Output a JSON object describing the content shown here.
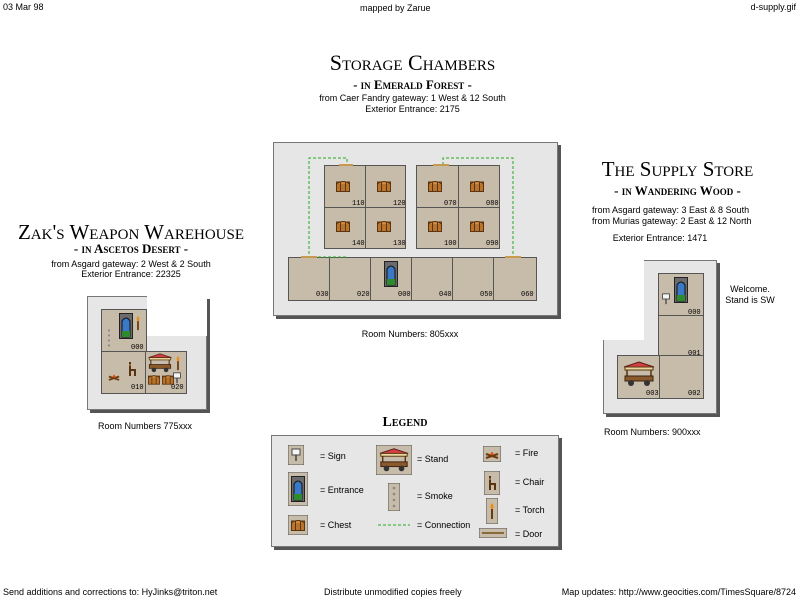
{
  "header": {
    "date": "03 Mar 98",
    "credit": "mapped by Zarue",
    "filename": "d-supply.gif"
  },
  "storage": {
    "title": "Storage Chambers",
    "subtitle": "- in Emerald Forest -",
    "gateway": "from Caer Fandry gateway: 1 West & 12 South",
    "entrance": "Exterior Entrance: 2175",
    "room_numbers": "Room Numbers: 805xxx",
    "rooms_top": [
      "110",
      "120",
      "070",
      "080"
    ],
    "rooms_mid": [
      "140",
      "130",
      "100",
      "090"
    ],
    "rooms_bottom": [
      "030",
      "020",
      "000",
      "040",
      "050",
      "060"
    ]
  },
  "zak": {
    "title": "Zak's Weapon Warehouse",
    "subtitle": "- in Ascetos Desert -",
    "gateway": "from Asgard gateway: 2 West & 2 South",
    "entrance": "Exterior Entrance: 22325",
    "room_numbers": "Room Numbers 775xxx",
    "rooms": [
      "000",
      "010",
      "020"
    ]
  },
  "supply": {
    "title": "The Supply Store",
    "subtitle": "- in Wandering Wood -",
    "gateway1": "from Asgard gateway: 3 East & 8 South",
    "gateway2": "from Murias gateway: 2 East & 12 North",
    "entrance": "Exterior Entrance: 1471",
    "room_numbers": "Room Numbers: 900xxx",
    "note1": "Welcome.",
    "note2": "Stand is SW",
    "rooms": [
      "000",
      "001",
      "003",
      "002"
    ]
  },
  "legend": {
    "title": "Legend",
    "sign": "= Sign",
    "entrance": "= Entrance",
    "chest": "= Chest",
    "stand": "= Stand",
    "smoke": "= Smoke",
    "connection": "= Connection",
    "fire": "= Fire",
    "chair": "= Chair",
    "torch": "= Torch",
    "door": "= Door"
  },
  "footer": {
    "contact": "Send additions and corrections to: HyJinks@triton.net",
    "distribute": "Distribute unmodified copies freely",
    "updates": "Map updates: http://www.geocities.com/TimesSquare/8724"
  },
  "colors": {
    "floor": "#c7bba9",
    "frame": "#e6e6e6",
    "connection": "#22aa22",
    "door": "#c89a50"
  }
}
